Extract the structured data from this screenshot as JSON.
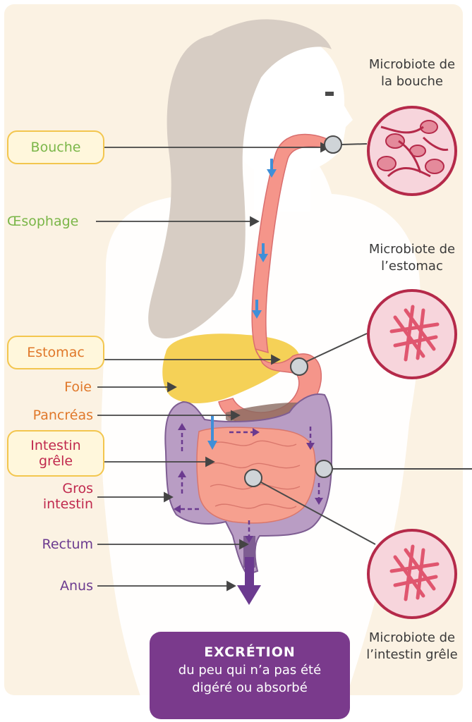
{
  "labels": {
    "bouche": "Bouche",
    "oesophage": "Œsophage",
    "estomac": "Estomac",
    "foie": "Foie",
    "pancreas": "Pancréas",
    "intestin_grele_line1": "Intestin",
    "intestin_grele_line2": "grêle",
    "gros_intestin_line1": "Gros",
    "gros_intestin_line2": "intestin",
    "rectum": "Rectum",
    "anus": "Anus"
  },
  "microbiotes": {
    "bouche": {
      "line1": "Microbiote de",
      "line2": "la bouche"
    },
    "estomac": {
      "line1": "Microbiote de",
      "line2": "l’estomac"
    },
    "intestin": {
      "line1": "Microbiote de",
      "line2": "l’intestin grêle"
    }
  },
  "excretion": {
    "title": "EXCRÉTION",
    "line1": "du peu qui n’a pas été",
    "line2": "digéré ou absorbé"
  },
  "colors": {
    "green_label": "#7ab648",
    "orange_label": "#e0782a",
    "crimson_label": "#c0294e",
    "purple_label": "#6b3a8f",
    "highlight_box": "#f3c64e",
    "microbe_circle": "#f7d5dc",
    "microbe_border": "#b52a4a",
    "excretion_box": "#7a3a8c"
  }
}
